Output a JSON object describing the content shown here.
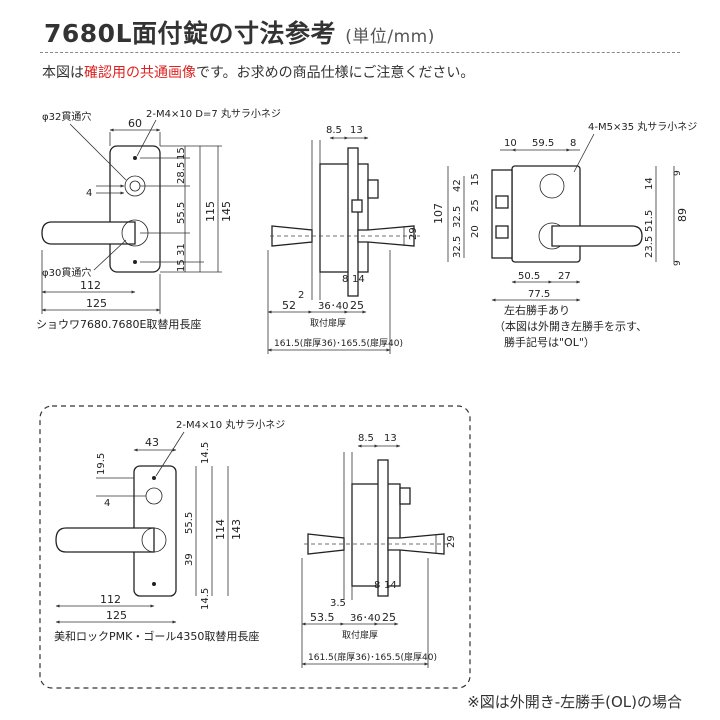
{
  "header": {
    "title": "7680L面付錠の寸法参考",
    "unit": "(単位/mm)"
  },
  "note": {
    "pre": "本図は",
    "highlight": "確認用の共通画像",
    "post": "です。お求めの商品仕様にご注意ください。"
  },
  "footer": "※図は外開き-左勝手(OL)の場合",
  "top_left": {
    "hole_top": "φ32貫通穴",
    "screw": "2-M4×10 D=7 丸サラ小ネジ",
    "width": "60",
    "hole_bottom": "φ30貫通穴",
    "d4": "4",
    "d15a": "15",
    "d28_5": "28.5",
    "d55_5": "55.5",
    "d115": "115",
    "d145": "145",
    "d31": "31",
    "d15b": "15",
    "d112": "112",
    "d125": "125",
    "caption": "ショウワ7680.7680E取替用長座"
  },
  "top_middle": {
    "d8_5": "8.5",
    "d13": "13",
    "d29": "29",
    "d8": "8",
    "d14": "14",
    "d2": "2",
    "d52": "52",
    "d36_40": "36･40",
    "d25": "25",
    "thickness_label": "取付扉厚",
    "total": "161.5(扉厚36)･165.5(扉厚40)"
  },
  "top_right": {
    "screw": "4-M5×35 丸サラ小ネジ",
    "d10": "10",
    "d59_5": "59.5",
    "d8": "8",
    "d107": "107",
    "d42": "42",
    "d32_5a": "32.5",
    "d32_5b": "32.5",
    "d15": "15",
    "d25": "25",
    "d20": "20",
    "d14": "14",
    "d51_5": "51.5",
    "d89": "89",
    "d23_5": "23.5",
    "d9a": "9",
    "d9b": "9",
    "d50_5": "50.5",
    "d27": "27",
    "d77_5": "77.5",
    "caption1": "左右勝手あり",
    "caption2": "（本図は外開き左勝手を示す、",
    "caption3": "勝手記号は\"OL\"）"
  },
  "bottom_left": {
    "screw": "2-M4×10 丸サラ小ネジ",
    "d43": "43",
    "d19_5": "19.5",
    "d4": "4",
    "d14_5a": "14.5",
    "d55_5": "55.5",
    "d114": "114",
    "d143": "143",
    "d39": "39",
    "d14_5b": "14.5",
    "d112": "112",
    "d125": "125",
    "caption": "美和ロックPMK・ゴール4350取替用長座"
  },
  "bottom_middle": {
    "d8_5": "8.5",
    "d13": "13",
    "d29": "29",
    "d8": "8",
    "d14": "14",
    "d3_5": "3.5",
    "d53_5": "53.5",
    "d36_40": "36･40",
    "d25": "25",
    "thickness_label": "取付扉厚",
    "total": "161.5(扉厚36)･165.5(扉厚40)"
  }
}
